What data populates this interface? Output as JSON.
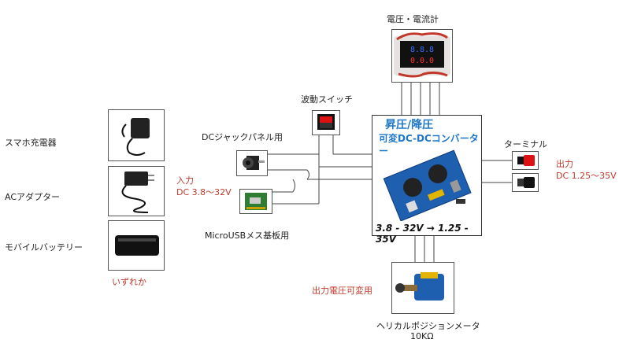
{
  "labels": {
    "meter": "電圧・電流計",
    "wave_switch": "波動スイッチ",
    "dc_jack": "DCジャックパネル用",
    "micro_usb": "MicroUSBメス基板用",
    "phone_charger": "スマホ充電器",
    "ac_adapter": "ACアダプター",
    "mobile_battery": "モバイルバッテリー",
    "any": "いずれか",
    "input_title": "入力",
    "input_range": "DC  3.8〜32V",
    "terminal": "ターミナル",
    "output_title": "出力",
    "output_range": "DC  1.25〜35V",
    "output_variable": "出力電圧可変用",
    "helical_name": "ヘリカルポジションメータ",
    "helical_value": "10KΩ"
  },
  "converter": {
    "title_line1": "昇圧/降圧",
    "title_line2": "可変DC-DCコンバーター",
    "footer": "3.8 - 32V → 1.25 - 35V"
  },
  "meter_display": {
    "top_digits": "8.8.8",
    "bottom_digits": "0.0.0"
  },
  "colors": {
    "label_red": "#c0392b",
    "converter_blue": "#1f77c8",
    "wire": "#444444"
  }
}
